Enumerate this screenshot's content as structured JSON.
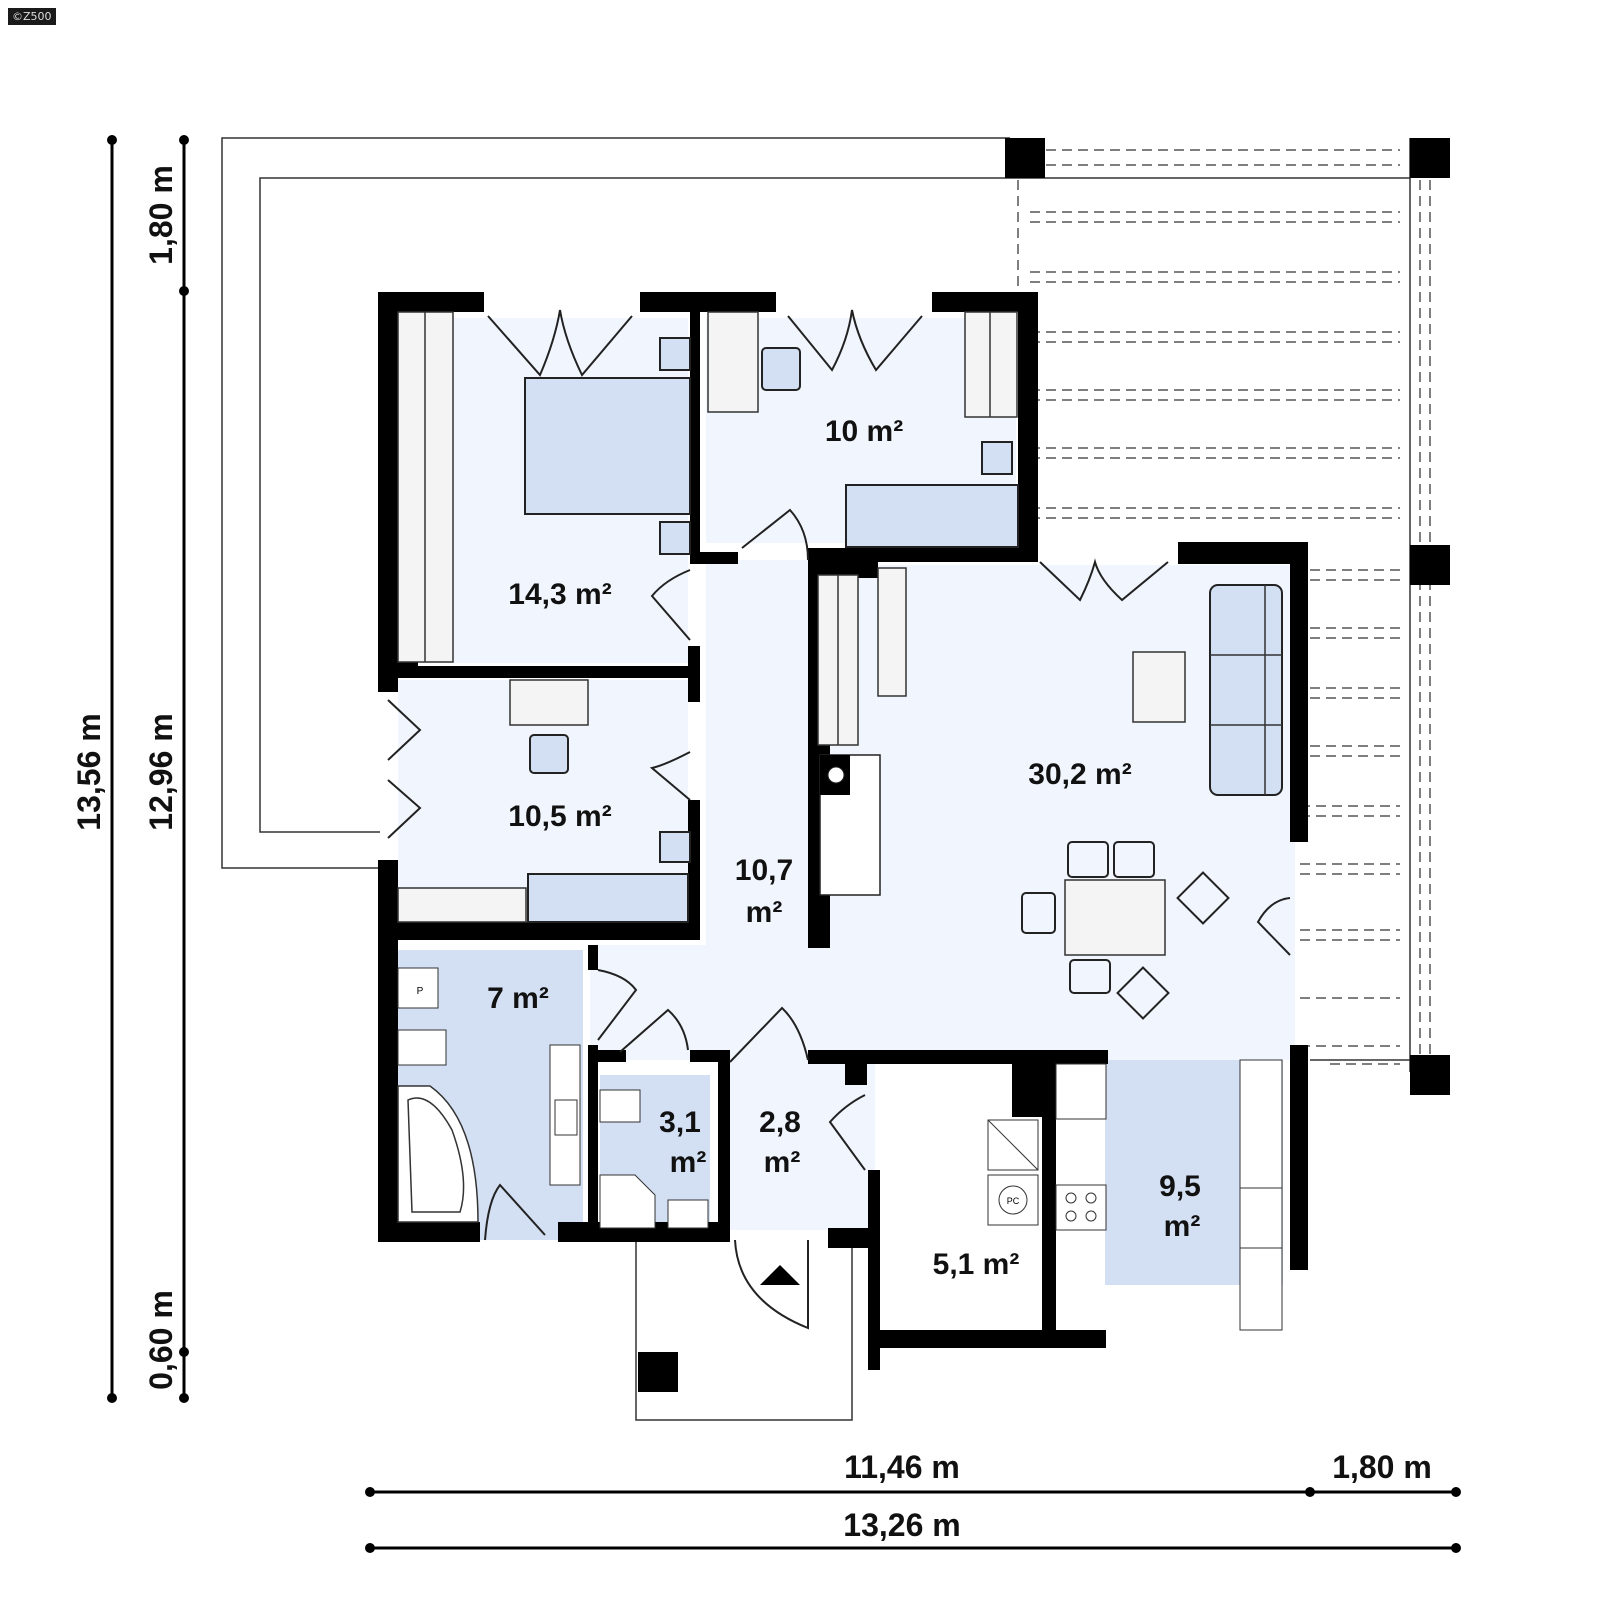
{
  "copyright": "©Z500",
  "colors": {
    "wall": "#000000",
    "room_fill": "#f1f5fd",
    "wet_room_fill": "#d3dff2",
    "furniture_fill": "#d3dff2",
    "background": "#ffffff"
  },
  "rooms": [
    {
      "id": "bedroom-master",
      "area": "14,3 m²"
    },
    {
      "id": "bedroom-2",
      "area": "10 m²"
    },
    {
      "id": "bedroom-3",
      "area": "10,5 m²"
    },
    {
      "id": "hall",
      "area_line1": "10,7",
      "area_line2": "m²"
    },
    {
      "id": "living-dining",
      "area": "30,2 m²"
    },
    {
      "id": "bathroom",
      "area": "7 m²"
    },
    {
      "id": "wc",
      "area_line1": "3,1",
      "area_line2": "m²"
    },
    {
      "id": "vestibule",
      "area_line1": "2,8",
      "area_line2": "m²"
    },
    {
      "id": "utility",
      "area": "5,1 m²"
    },
    {
      "id": "kitchen",
      "area_line1": "9,5",
      "area_line2": "m²"
    }
  ],
  "dimensions": {
    "left_outer": "13,56 m",
    "left_inner_top": "1,80 m",
    "left_inner_mid": "12,96 m",
    "left_inner_bottom": "0,60 m",
    "bottom_upper_main": "11,46 m",
    "bottom_upper_right": "1,80 m",
    "bottom_lower": "13,26 m"
  },
  "symbols": {
    "powder_room_label": "P",
    "boiler_label": "PC"
  }
}
